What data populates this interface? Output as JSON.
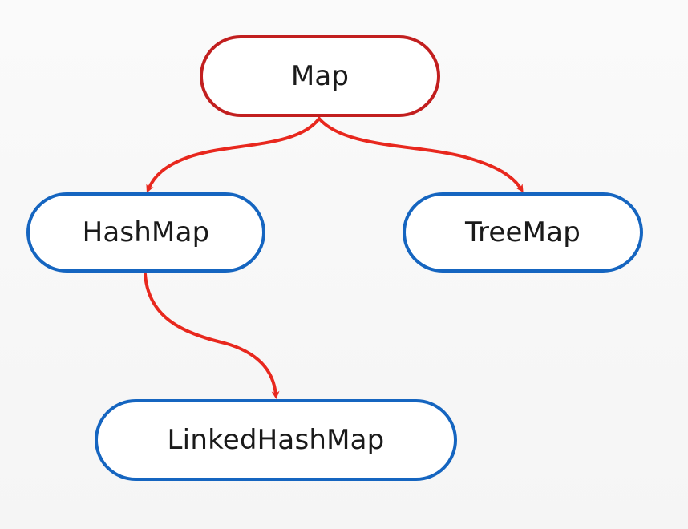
{
  "diagram": {
    "nodes": [
      {
        "id": "map",
        "label": "Map",
        "border_color": "#c21f1f"
      },
      {
        "id": "hashmap",
        "label": "HashMap",
        "border_color": "#1565c0"
      },
      {
        "id": "treemap",
        "label": "TreeMap",
        "border_color": "#1565c0"
      },
      {
        "id": "linkedhashmap",
        "label": "LinkedHashMap",
        "border_color": "#1565c0"
      }
    ],
    "edges": [
      {
        "from": "map",
        "to": "hashmap"
      },
      {
        "from": "map",
        "to": "treemap"
      },
      {
        "from": "hashmap",
        "to": "linkedhashmap"
      }
    ],
    "edge_color": "#e8281e"
  }
}
